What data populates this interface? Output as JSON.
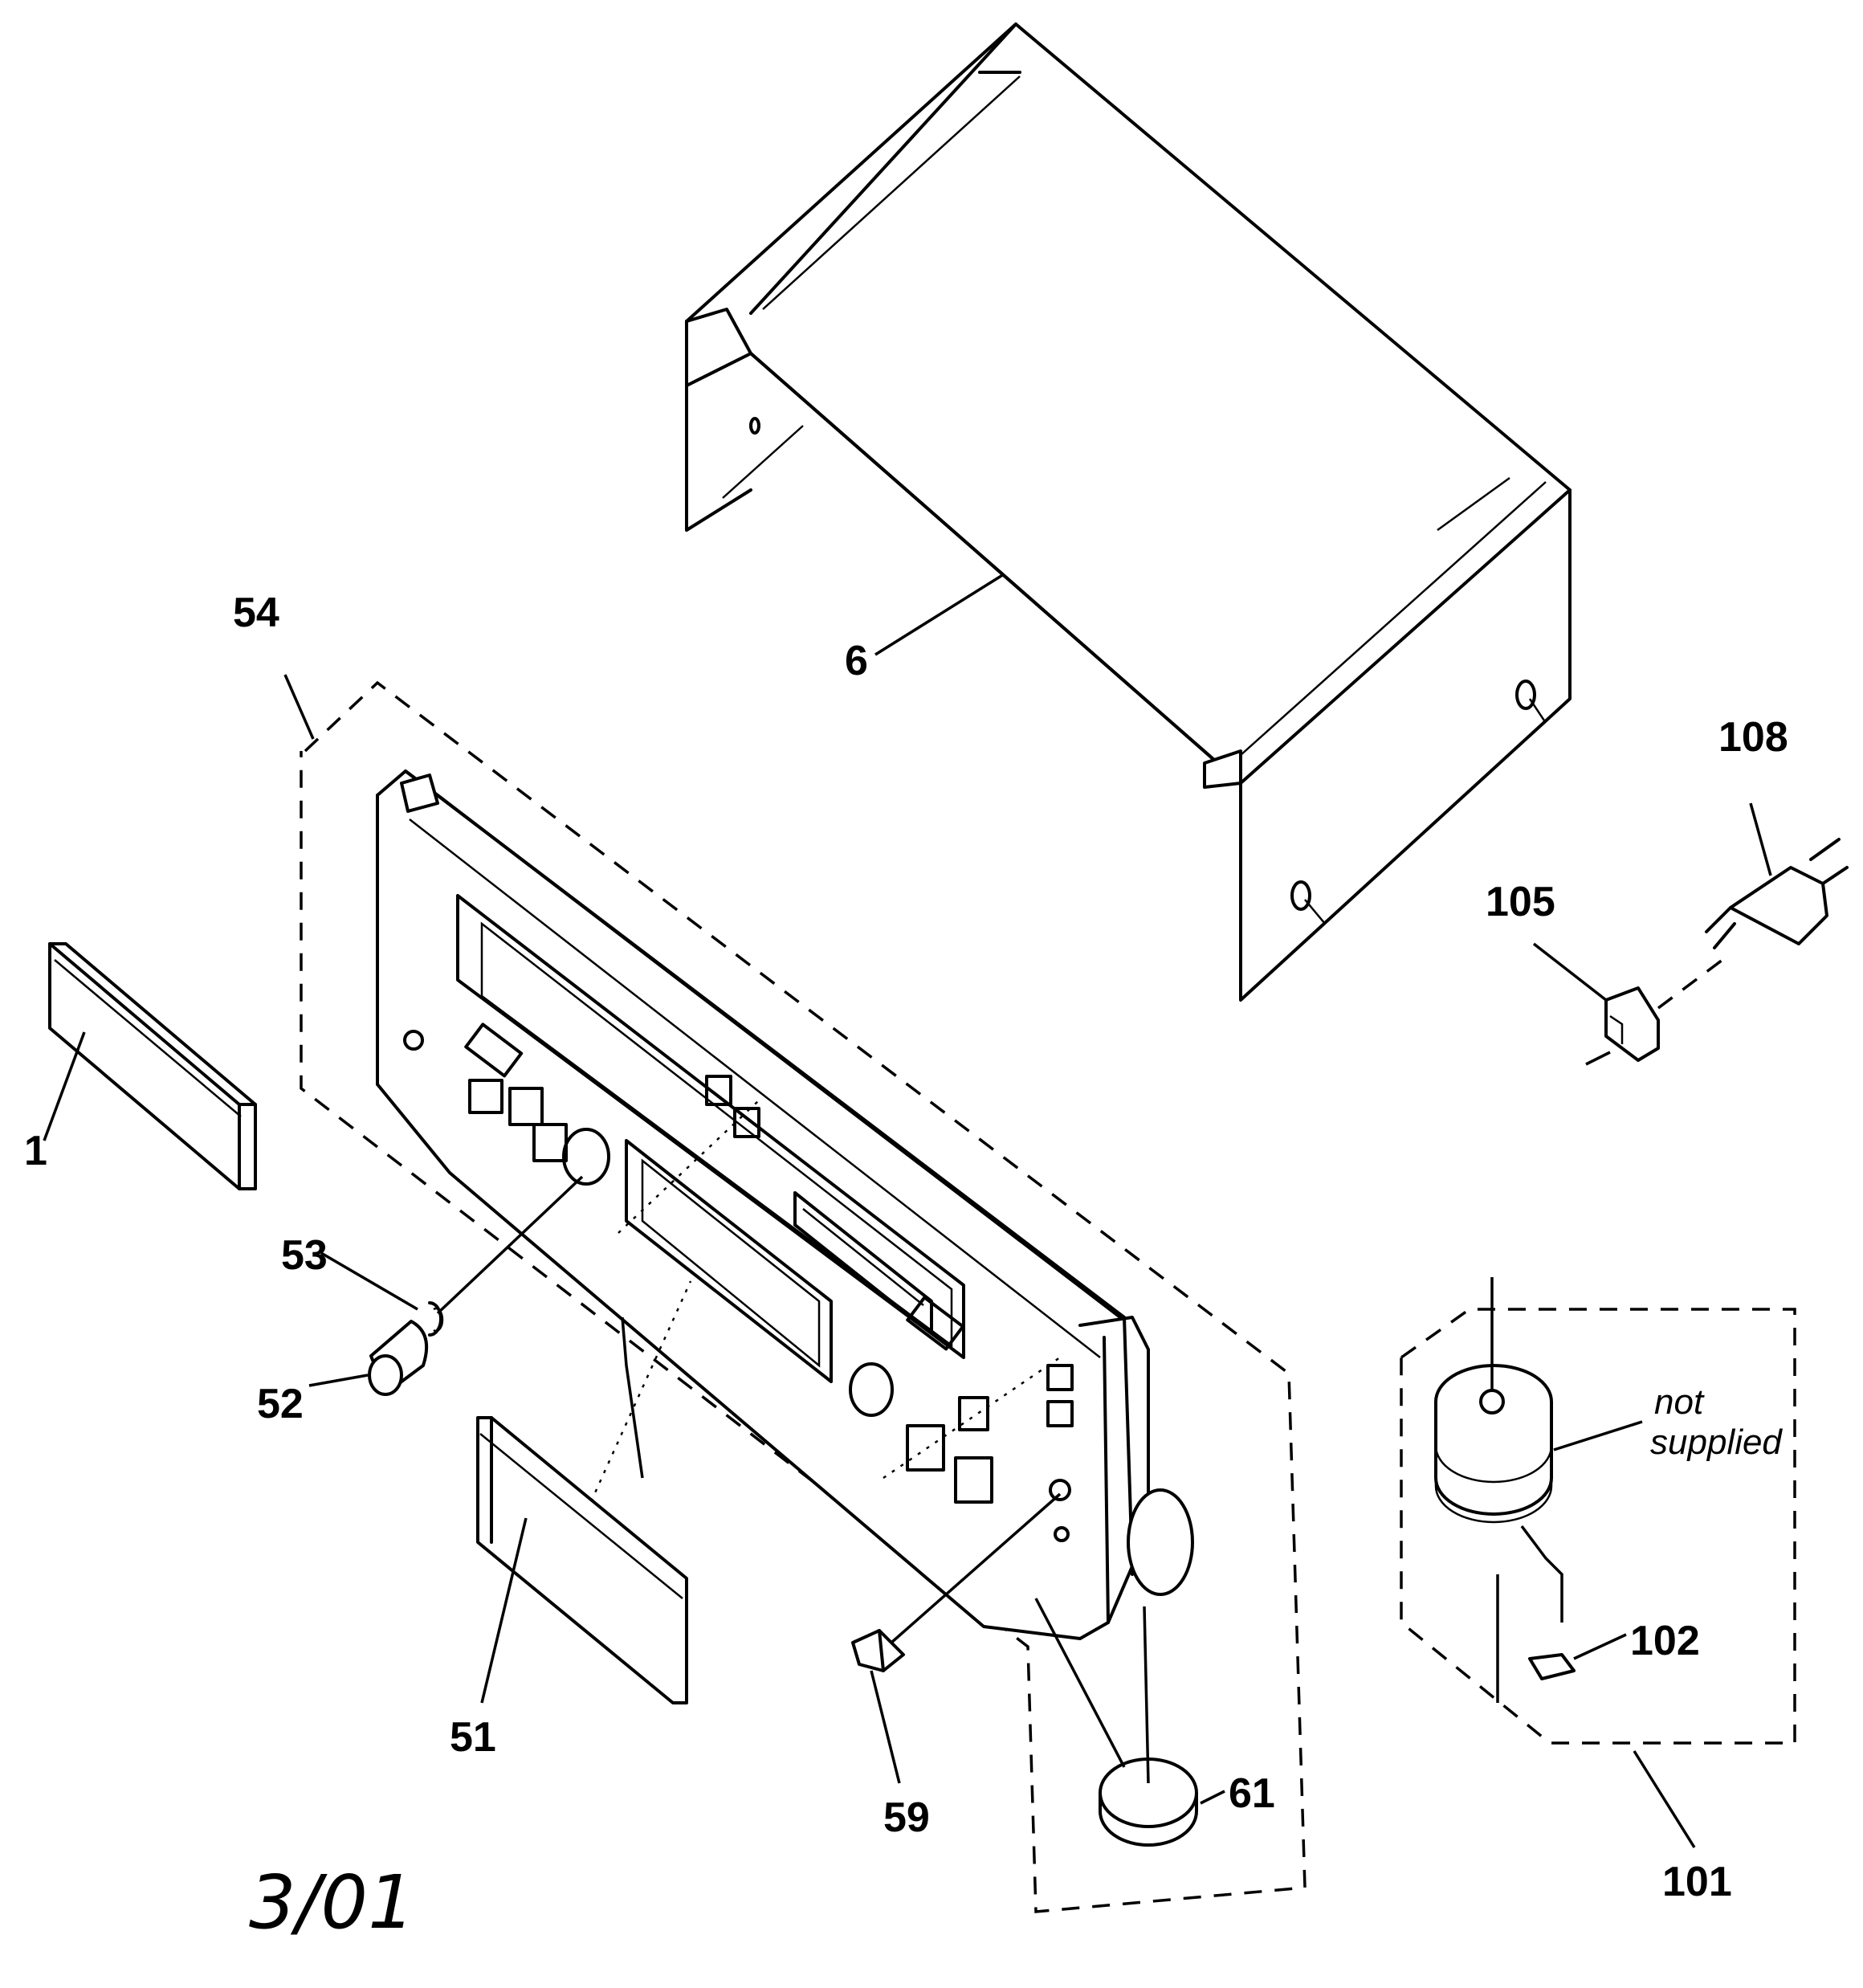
{
  "labels": {
    "p1": "1",
    "p6": "6",
    "p51": "51",
    "p52": "52",
    "p53": "53",
    "p54": "54",
    "p59": "59",
    "p61": "61",
    "p101": "101",
    "p102": "102",
    "p105": "105",
    "p108": "108"
  },
  "note": {
    "line1": "not",
    "line2": "supplied"
  },
  "date": "3/01"
}
